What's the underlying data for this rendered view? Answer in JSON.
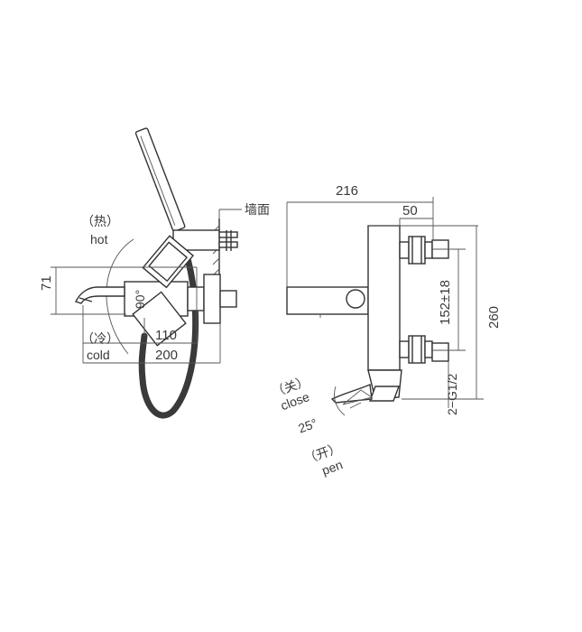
{
  "left_view": {
    "wall_label": "墙面",
    "hot_cn": "（热）",
    "hot_en": "hot",
    "cold_cn": "（冷）",
    "cold_en": "cold",
    "angle_label": "90°",
    "dim_height": "71",
    "dim_short": "110",
    "dim_long": "200"
  },
  "right_view": {
    "dim_width": "216",
    "dim_depth": "50",
    "dim_centers": "152±18",
    "dim_height": "260",
    "thread": "2−G1/2",
    "close_cn": "（关）",
    "close_en": "close",
    "angle_label": "25°",
    "open_cn": "（开）",
    "open_en": "pen"
  },
  "colors": {
    "line": "#333333",
    "hose": "#3a3a3a",
    "text": "#3a3a3a"
  }
}
